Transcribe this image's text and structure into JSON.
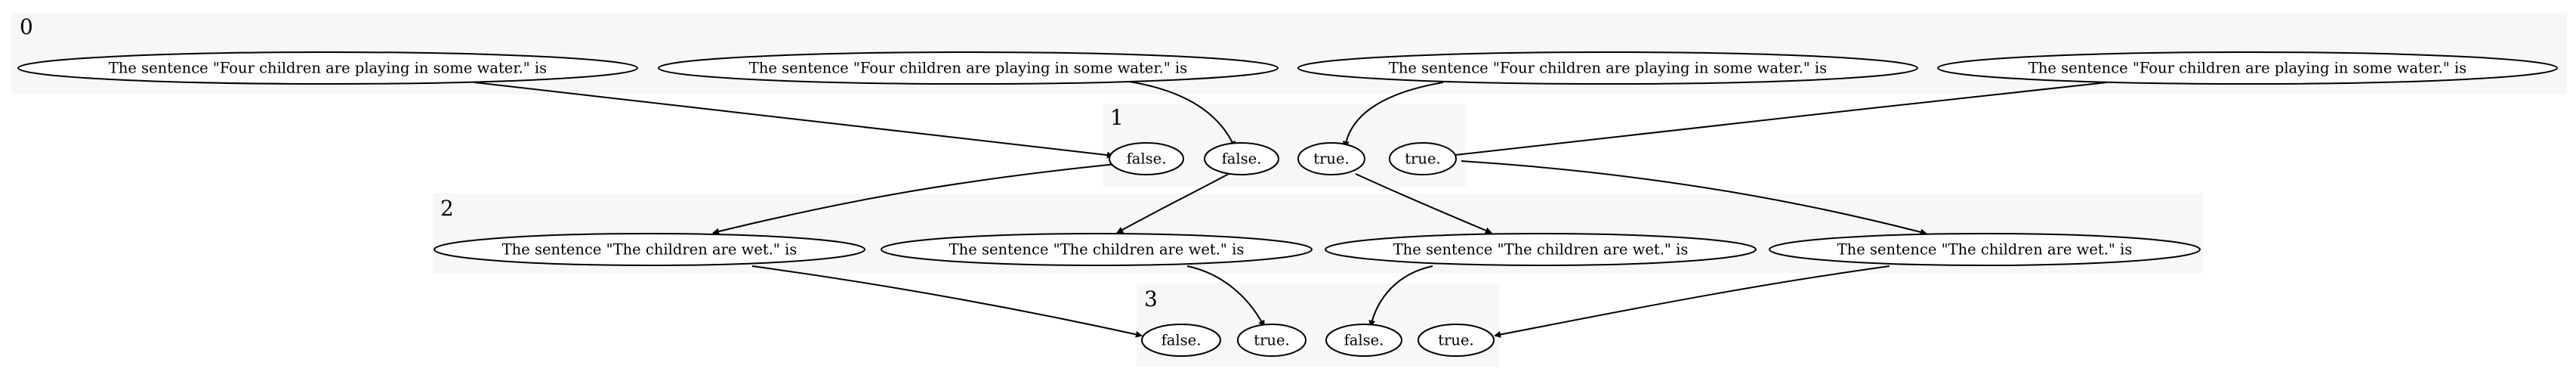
{
  "diagram": {
    "clusters": [
      {
        "id": "0",
        "label": "0",
        "nodes": [
          "The sentence \"Four children are playing in some water.\" is",
          "The sentence \"Four children are playing in some water.\" is",
          "The sentence \"Four children are playing in some water.\" is",
          "The sentence \"Four children are playing in some water.\" is"
        ]
      },
      {
        "id": "1",
        "label": "1",
        "nodes": [
          "false.",
          "false.",
          "true.",
          "true."
        ]
      },
      {
        "id": "2",
        "label": "2",
        "nodes": [
          "The sentence \"The children are wet.\" is",
          "The sentence \"The children are wet.\" is",
          "The sentence \"The children are wet.\" is",
          "The sentence \"The children are wet.\" is"
        ]
      },
      {
        "id": "3",
        "label": "3",
        "nodes": [
          "false.",
          "true.",
          "false.",
          "true."
        ]
      }
    ],
    "edges": [
      {
        "from": "0.0",
        "to": "1.0"
      },
      {
        "from": "0.1",
        "to": "1.1"
      },
      {
        "from": "0.2",
        "to": "1.2"
      },
      {
        "from": "0.3",
        "to": "1.3"
      },
      {
        "from": "1.0",
        "to": "2.0"
      },
      {
        "from": "1.1",
        "to": "2.1"
      },
      {
        "from": "1.2",
        "to": "2.2"
      },
      {
        "from": "1.3",
        "to": "2.3"
      },
      {
        "from": "2.0",
        "to": "3.0"
      },
      {
        "from": "2.1",
        "to": "3.1"
      },
      {
        "from": "2.2",
        "to": "3.2"
      },
      {
        "from": "2.3",
        "to": "3.3"
      }
    ]
  }
}
